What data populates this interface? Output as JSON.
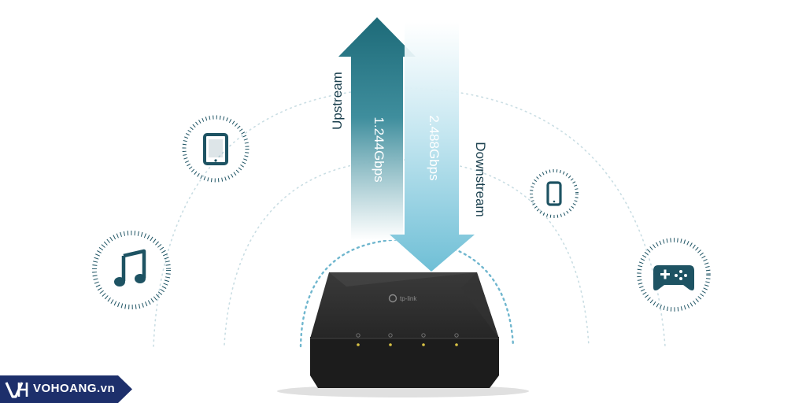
{
  "arrows": {
    "upstream_label": "Upstream",
    "upstream_speed": "1.244Gbps",
    "downstream_label": "Downstream",
    "downstream_speed": "2.488Gbps"
  },
  "device": {
    "brand": "tp-link"
  },
  "icons": [
    "music-icon",
    "tablet-icon",
    "phone-icon",
    "gamepad-icon"
  ],
  "watermark": {
    "text": "VOHOANG.vn"
  },
  "colors": {
    "upstream_top": "#1d6a78",
    "downstream_bottom": "#7cc5db",
    "icon_dark": "#1e5363",
    "dots": "#c9dde3",
    "device": "#2b2b2b",
    "watermark_bg": "#1d2f6b"
  }
}
